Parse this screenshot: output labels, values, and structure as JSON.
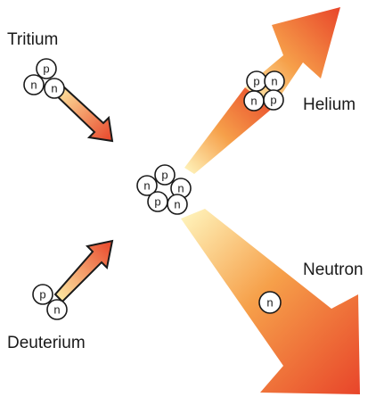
{
  "labels": {
    "tritium": "Tritium",
    "deuterium": "Deuterium",
    "helium": "Helium",
    "neutron": "Neutron"
  },
  "particles": {
    "proton": "p",
    "neutron": "n"
  },
  "colors": {
    "arrow_light": "#fff2a8",
    "arrow_mid": "#f6a04a",
    "arrow_dark": "#e8452a",
    "outline": "#1a1a1a"
  }
}
